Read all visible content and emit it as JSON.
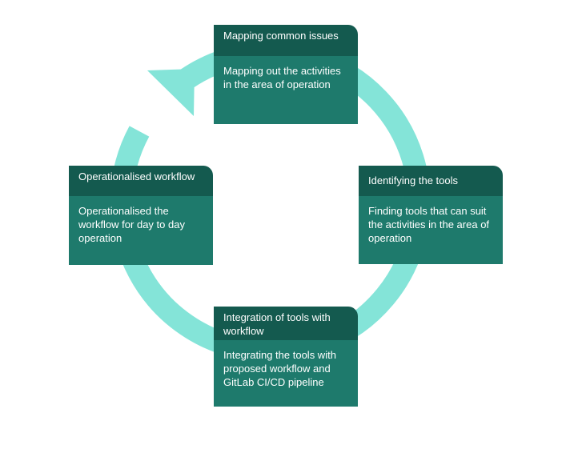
{
  "diagram": {
    "ring_color": "#84e4d8",
    "header_color": "#145a4f",
    "body_color": "#1e7a6c",
    "steps": [
      {
        "title": "Mapping common issues",
        "description": "Mapping out the activities in the area of operation"
      },
      {
        "title": "Identifying the tools",
        "description": "Finding tools that can suit the activities in the area of operation"
      },
      {
        "title": "Integration of tools with workflow",
        "description": "Integrating the tools with proposed workflow and GitLab CI/CD pipeline"
      },
      {
        "title": "Operationalised workflow",
        "description": "Operationalised the workflow for day to day operation"
      }
    ]
  }
}
